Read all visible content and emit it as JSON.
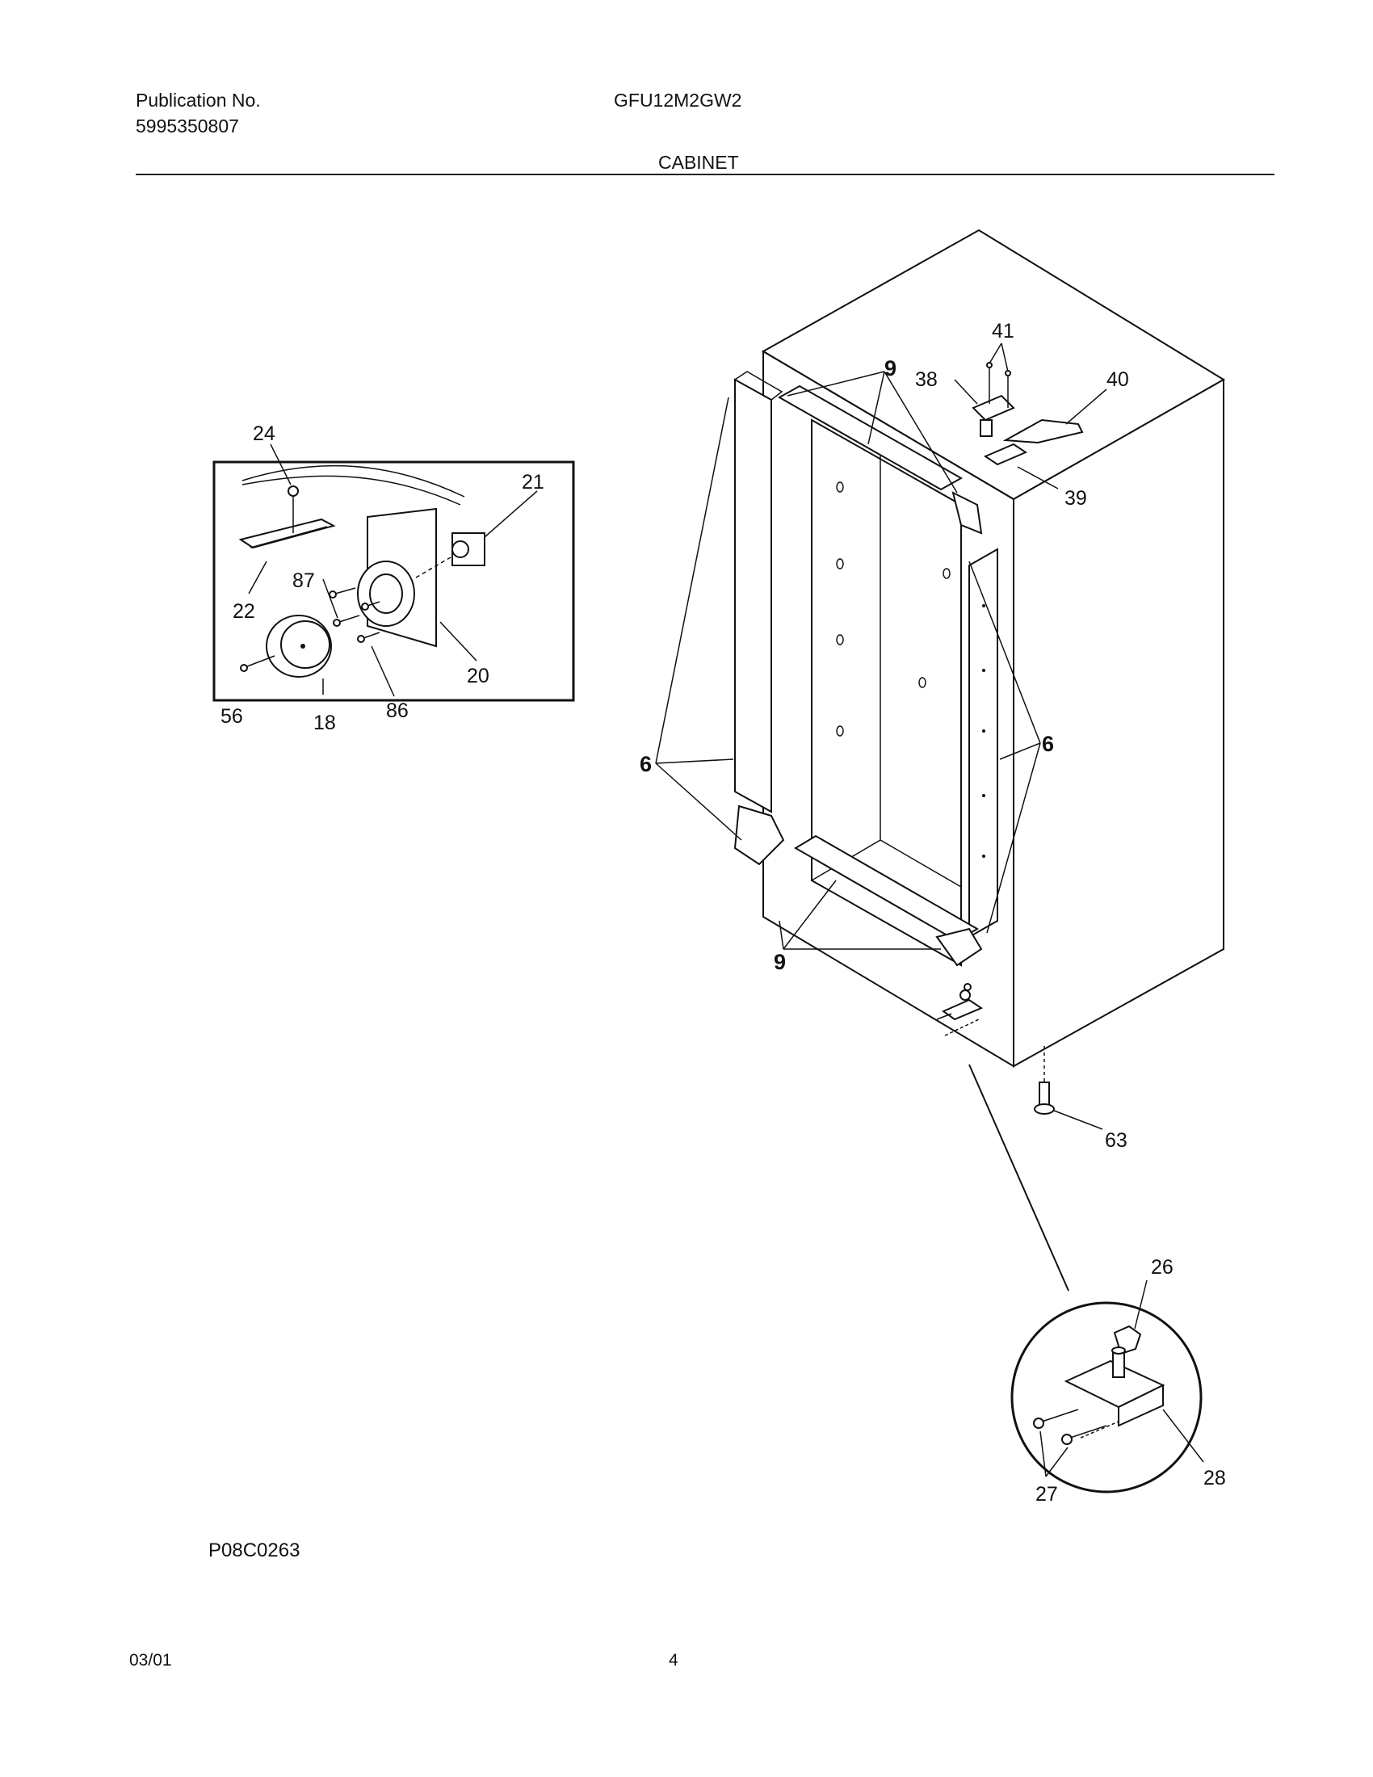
{
  "header": {
    "publication_label": "Publication No.",
    "publication_number": "5995350807",
    "model": "GFU12M2GW2",
    "section_title": "CABINET"
  },
  "diagram": {
    "callouts": {
      "c24": "24",
      "c21": "21",
      "c22": "22",
      "c87": "87",
      "c20": "20",
      "c56": "56",
      "c18": "18",
      "c86": "86",
      "c9_top": "9",
      "c9_bottom": "9",
      "c6_left": "6",
      "c6_right": "6",
      "c41": "41",
      "c38": "38",
      "c40": "40",
      "c39": "39",
      "c63": "63",
      "c26": "26",
      "c27": "27",
      "c28": "28"
    },
    "figure_code": "P08C0263"
  },
  "footer": {
    "date": "03/01",
    "page_number": "4"
  }
}
